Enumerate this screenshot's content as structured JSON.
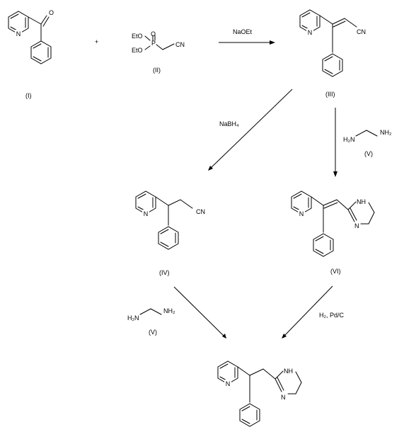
{
  "compounds": {
    "c1": {
      "label": "(I)"
    },
    "c2": {
      "label": "(II)",
      "oet_top": "EtO",
      "oet_bottom": "EtO",
      "o": "O",
      "p": "P",
      "cn": "CN"
    },
    "c3": {
      "label": "(III)",
      "cn": "CN"
    },
    "c4": {
      "label": "(IV)",
      "cn": "CN"
    },
    "c5": {
      "label": "(V)",
      "h2n": "H₂N",
      "nh2": "NH₂"
    },
    "c6": {
      "label": "(VI)",
      "nh": "NH",
      "n": "N"
    },
    "c7": {
      "nh": "NH",
      "n": "N"
    },
    "atoms": {
      "n": "N",
      "o": "O"
    }
  },
  "plus": "+",
  "reagents": {
    "naoet": "NaOEt",
    "nabh4": "NaBH₄",
    "h2pdc": "H₂, Pd/C"
  }
}
